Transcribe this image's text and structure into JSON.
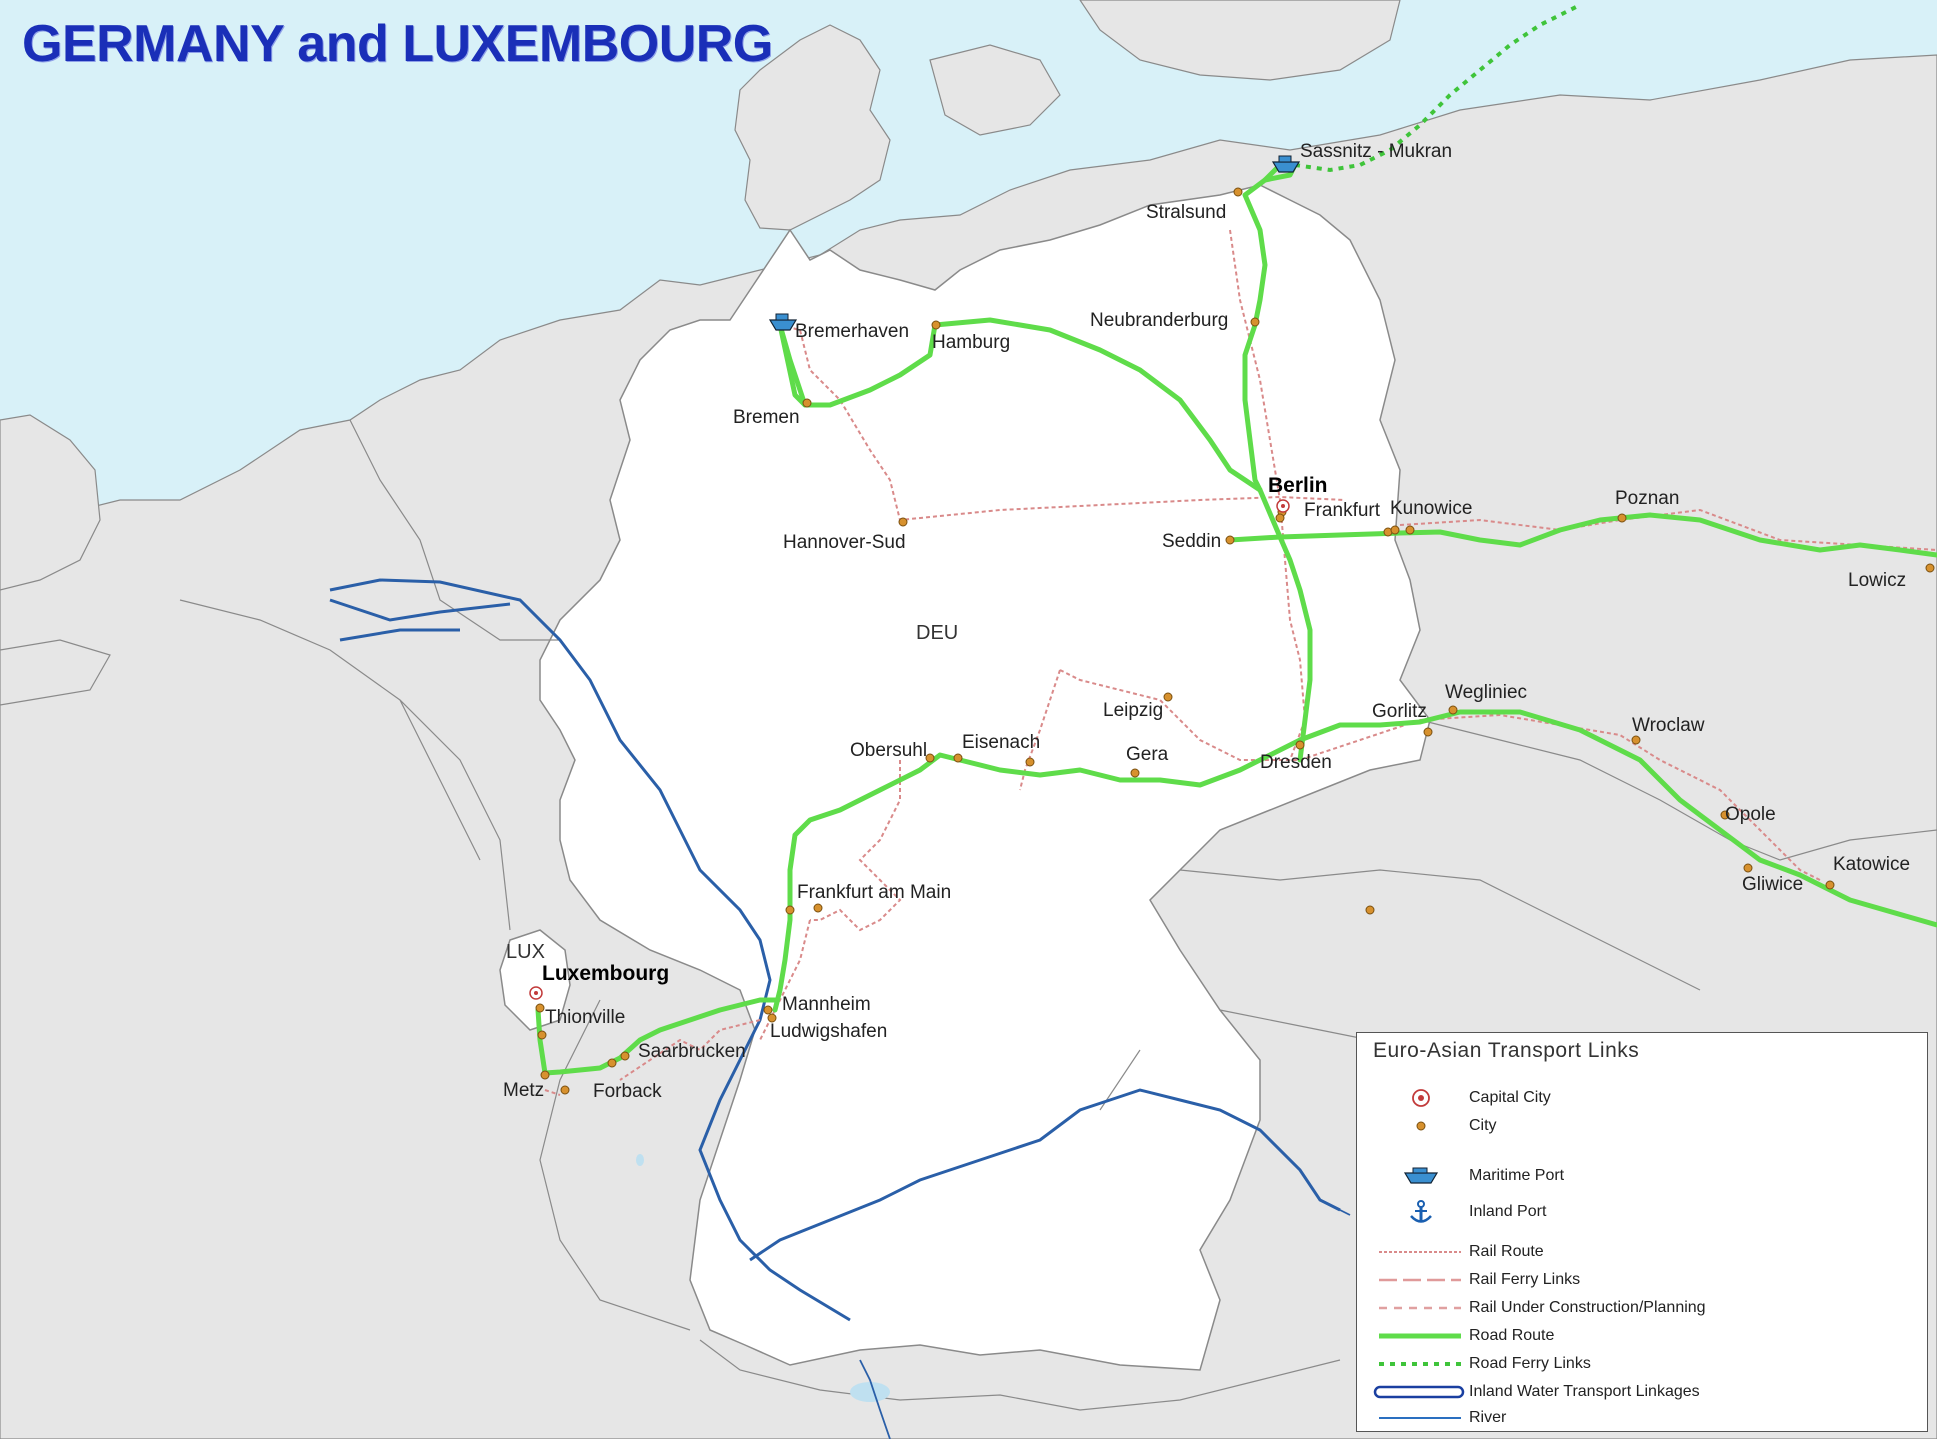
{
  "title": "GERMANY and LUXEMBOURG",
  "colors": {
    "sea": "#d8f1f8",
    "land": "#e6e6e6",
    "focus_land": "#ffffff",
    "border": "#8a8a8a",
    "road": "#5fdc4a",
    "rail": "#d98a8a",
    "water": "#2a5fa8",
    "title": "#1a2fb8"
  },
  "country_codes": [
    "DEU",
    "LUX"
  ],
  "cities": {
    "sassnitz": "Sassnitz - Mukran",
    "stralsund": "Stralsund",
    "neubranderburg": "Neubranderburg",
    "bremerhaven": "Bremerhaven",
    "hamburg": "Hamburg",
    "bremen": "Bremen",
    "berlin": "Berlin",
    "frankfurt_oder": "Frankfurt",
    "kunowice": "Kunowice",
    "poznan": "Poznan",
    "lowicz": "Lowicz",
    "seddin": "Seddin",
    "hannover": "Hannover-Sud",
    "weglinec": "Wegliniec",
    "gorlitz": "Gorlitz",
    "wroclaw": "Wroclaw",
    "leipzig": "Leipzig",
    "obersuhl": "Obersuhl",
    "eisenach": "Eisenach",
    "gera": "Gera",
    "dresden": "Dresden",
    "opole": "Opole",
    "katowice": "Katowice",
    "gliwice": "Gliwice",
    "frankfurt_main": "Frankfurt am Main",
    "luxembourg": "Luxembourg",
    "thionville": "Thionville",
    "mannheim": "Mannheim",
    "ludwigshafen": "Ludwigshafen",
    "saarbrucken": "Saarbrucken",
    "metz": "Metz",
    "forback": "Forback"
  },
  "legend": {
    "title": "Euro-Asian Transport Links",
    "items": [
      {
        "label": "Capital City",
        "icon": "capital-city-icon"
      },
      {
        "label": "City",
        "icon": "city-icon"
      },
      {
        "label": "Maritime Port",
        "icon": "ship-icon"
      },
      {
        "label": "Inland Port",
        "icon": "anchor-icon"
      },
      {
        "label": "Rail Route",
        "icon": "rail-route-line"
      },
      {
        "label": "Rail Ferry Links",
        "icon": "rail-ferry-line"
      },
      {
        "label": "Rail Under Construction/Planning",
        "icon": "rail-planning-line"
      },
      {
        "label": "Road Route",
        "icon": "road-route-line"
      },
      {
        "label": "Road Ferry Links",
        "icon": "road-ferry-line"
      },
      {
        "label": "Inland Water Transport Linkages",
        "icon": "inland-water-line"
      },
      {
        "label": "River",
        "icon": "river-line"
      }
    ]
  }
}
